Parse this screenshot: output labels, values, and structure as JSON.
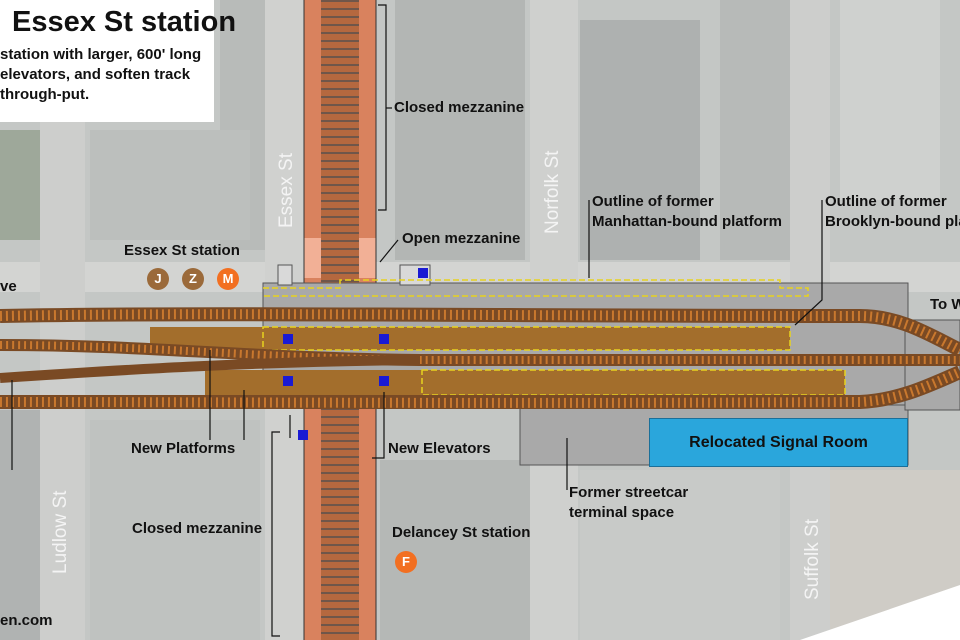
{
  "title": "Essex St station",
  "subtitle_lines": [
    "station with larger, 600' long",
    "elevators, and soften track",
    "through-put."
  ],
  "streets": {
    "essex": "Essex St",
    "norfolk": "Norfolk St",
    "ludlow": "Ludlow St",
    "suffolk": "Suffolk St",
    "left_edge": "ve",
    "right_edge": "To W"
  },
  "stations": {
    "essex": {
      "name": "Essex St station",
      "lines": [
        "J",
        "Z",
        "M"
      ]
    },
    "delancey": {
      "name": "Delancey St station",
      "lines": [
        "F"
      ]
    }
  },
  "labels": {
    "closed_mezzanine_top": "Closed mezzanine",
    "open_mezzanine": "Open mezzanine",
    "former_manhattan_1": "Outline of former",
    "former_manhattan_2": "Manhattan-bound platform",
    "former_brooklyn_1": "Outline of former",
    "former_brooklyn_2": "Brooklyn-bound pla",
    "new_platforms": "New Platforms",
    "new_elevators": "New Elevators",
    "former_streetcar_1": "Former streetcar",
    "former_streetcar_2": "terminal space",
    "closed_mezzanine_bottom": "Closed mezzanine",
    "signal_room": "Relocated Signal Room",
    "credit": "en.com"
  },
  "colors": {
    "rail": "#7a4a24",
    "tie": "#c9782e",
    "platform": "#a36e2c",
    "mezzanine": "#d9825e",
    "open_mezzanine": "#f2b096",
    "structure": "#a9a9a9",
    "elevator": "#1a1ad4",
    "outline": "#e8d21e",
    "signal_room": "#2aa6dc",
    "jz_bullet": "#9b6a3a",
    "m_bullet": "#f26f21",
    "f_bullet": "#f26f21"
  }
}
